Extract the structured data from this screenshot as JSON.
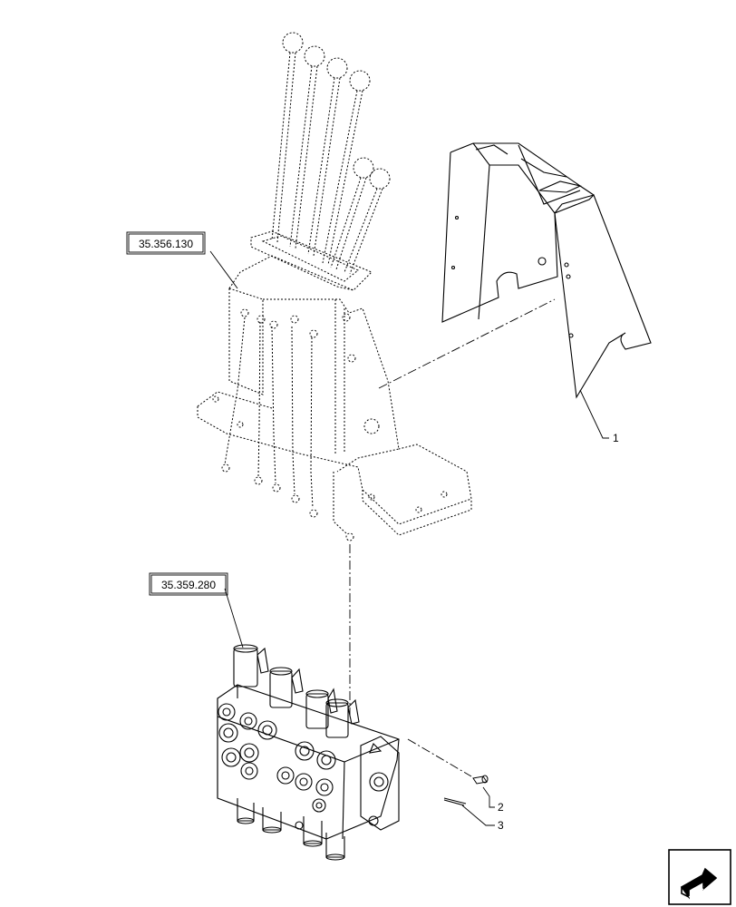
{
  "references": {
    "lever_assembly": "35.356.130",
    "control_valve": "35.359.280"
  },
  "callouts": {
    "c1": "1",
    "c2": "2",
    "c3": "3"
  },
  "icons": {
    "corner": "next-page-arrow-icon"
  },
  "colors": {
    "line": "#000000",
    "background": "#ffffff"
  }
}
